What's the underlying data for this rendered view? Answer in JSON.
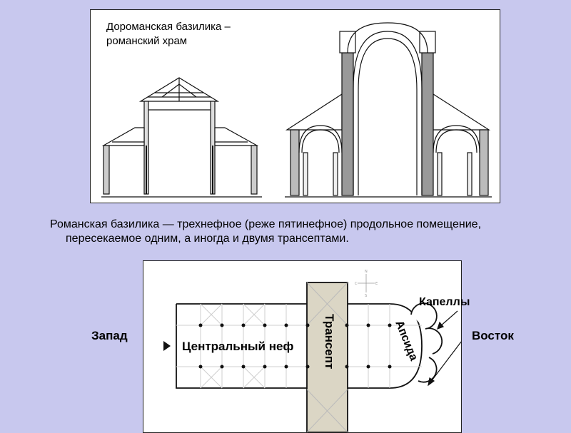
{
  "top_figure": {
    "caption": "Дороманская базилика – романский храм"
  },
  "description": "Романская базилика — трехнефное (реже пятинефное) продольное помещение, пересекаемое одним, а иногда и двумя трансептами.",
  "plan": {
    "west_label": "Запад",
    "east_label": "Восток",
    "nave_label": "Центральный неф",
    "transept_label": "Трансепт",
    "apse_label": "Апсида",
    "chapels_label": "Капеллы",
    "compass": {
      "n": "N",
      "s": "S",
      "w": "C",
      "e": "E"
    }
  },
  "colors": {
    "background": "#c8c8ee",
    "transept_fill": "#dbd6c5",
    "line": "#111111"
  }
}
